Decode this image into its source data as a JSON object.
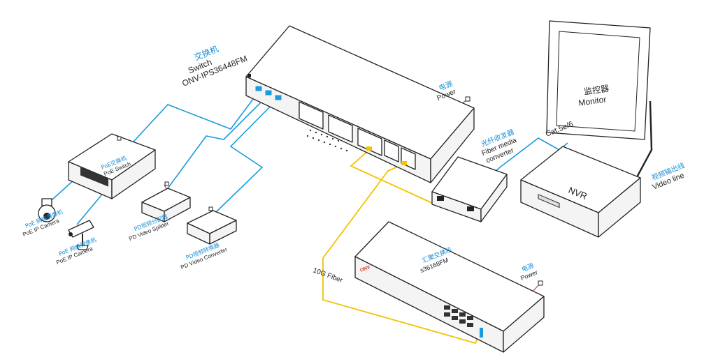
{
  "core_switch": {
    "label_cn": "交换机",
    "label_en": "Switch",
    "model": "ONV-IPS36448FM"
  },
  "power_top": {
    "label_cn": "电源",
    "label_en": "Power"
  },
  "power_bottom": {
    "label_cn": "电源",
    "label_en": "Power"
  },
  "poe_switch": {
    "label_cn": "PoE交换机",
    "label_en": "PoE Switch"
  },
  "camera_dome": {
    "label_cn": "PoE 网络摄像机",
    "label_en": "PoE IP Camera"
  },
  "camera_bullet": {
    "label_cn": "PoE 网络摄像机",
    "label_en": "PoE IP Camera"
  },
  "video_splitter": {
    "label_cn": "PD视频分配器",
    "label_en": "PD Video Splitter"
  },
  "video_converter": {
    "label_cn": "PD视频转换器",
    "label_en": "PD Video Converter"
  },
  "fiber_converter": {
    "label_cn": "光纤收发器",
    "label_en_1": "Fiber media",
    "label_en_2": "converter"
  },
  "cat_cable": {
    "label": "Cat.5e/6"
  },
  "monitor": {
    "label_cn": "监控器",
    "label_en": "Monitor"
  },
  "nvr": {
    "label": "NVR"
  },
  "video_line": {
    "label_cn": "视频输出线",
    "label_en": "Video line"
  },
  "fiber_cable": {
    "label": "10G Fiber"
  },
  "aggregation_switch": {
    "label_cn": "汇聚交换机",
    "model": "s36168FM",
    "brand": "ONV"
  },
  "colors": {
    "ethernet": "#1a9bdc",
    "fiber": "#f2c300",
    "power": "#e0392b",
    "label_cn": "#1a8fd6"
  }
}
